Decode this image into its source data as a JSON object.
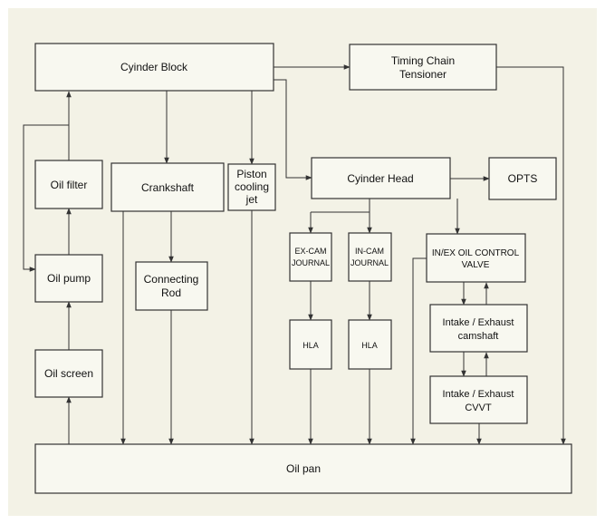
{
  "colors": {
    "background": "#f3f2e6",
    "box_fill": "#f8f8f0",
    "stroke": "#333333",
    "text": "#111111"
  },
  "nodes": {
    "cylinder_block": "Cyinder Block",
    "timing_chain_tensioner": [
      "Timing Chain",
      "Tensioner"
    ],
    "oil_filter": "Oil filter",
    "crankshaft": "Crankshaft",
    "piston_cooling_jet": [
      "Piston",
      "cooling",
      "jet"
    ],
    "cylinder_head": "Cyinder Head",
    "opts": "OPTS",
    "ex_cam_journal": [
      "EX-CAM",
      "JOURNAL"
    ],
    "in_cam_journal": [
      "IN-CAM",
      "JOURNAL"
    ],
    "oil_control_valve": [
      "IN/EX OIL CONTROL",
      "VALVE"
    ],
    "oil_pump": "Oil pump",
    "connecting_rod": [
      "Connecting",
      "Rod"
    ],
    "hla_ex": "HLA",
    "hla_in": "HLA",
    "camshaft": [
      "Intake / Exhaust",
      "camshaft"
    ],
    "oil_screen": "Oil screen",
    "cvvt": [
      "Intake / Exhaust",
      "CVVT"
    ],
    "oil_pan": "Oil pan"
  }
}
